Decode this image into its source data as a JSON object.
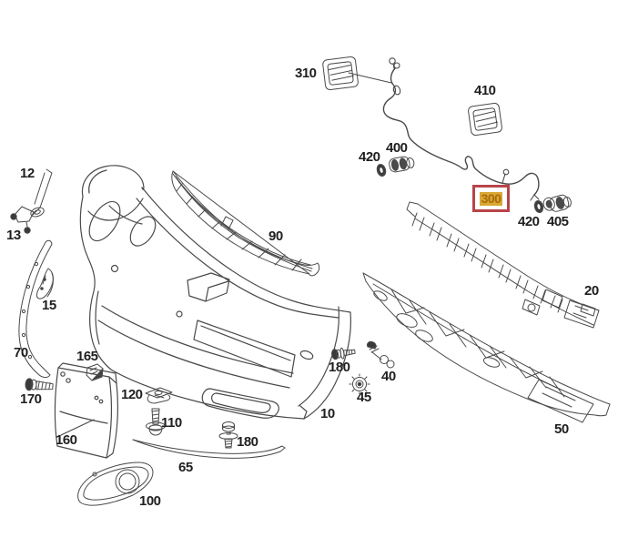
{
  "diagram": {
    "background_color": "#ffffff",
    "line_color": "#4a4a4a",
    "label_color": "#1f1f1f"
  },
  "highlight": {
    "border_color": "#b8444a",
    "fill_color": "#d9a833",
    "text_color": "#a96a0b"
  },
  "labels": {
    "p310": "310",
    "p410": "410",
    "p400": "400",
    "p420_upper": "420",
    "p300": "300",
    "p420_lower": "420",
    "p405": "405",
    "p12": "12",
    "p13": "13",
    "p15": "15",
    "p90": "90",
    "p70": "70",
    "p170": "170",
    "p165": "165",
    "p160": "160",
    "p120": "120",
    "p110": "110",
    "p180_bottom": "180",
    "p65": "65",
    "p100": "100",
    "p10": "10",
    "p180_right": "180",
    "p40": "40",
    "p45": "45",
    "p20": "20",
    "p50": "50"
  }
}
